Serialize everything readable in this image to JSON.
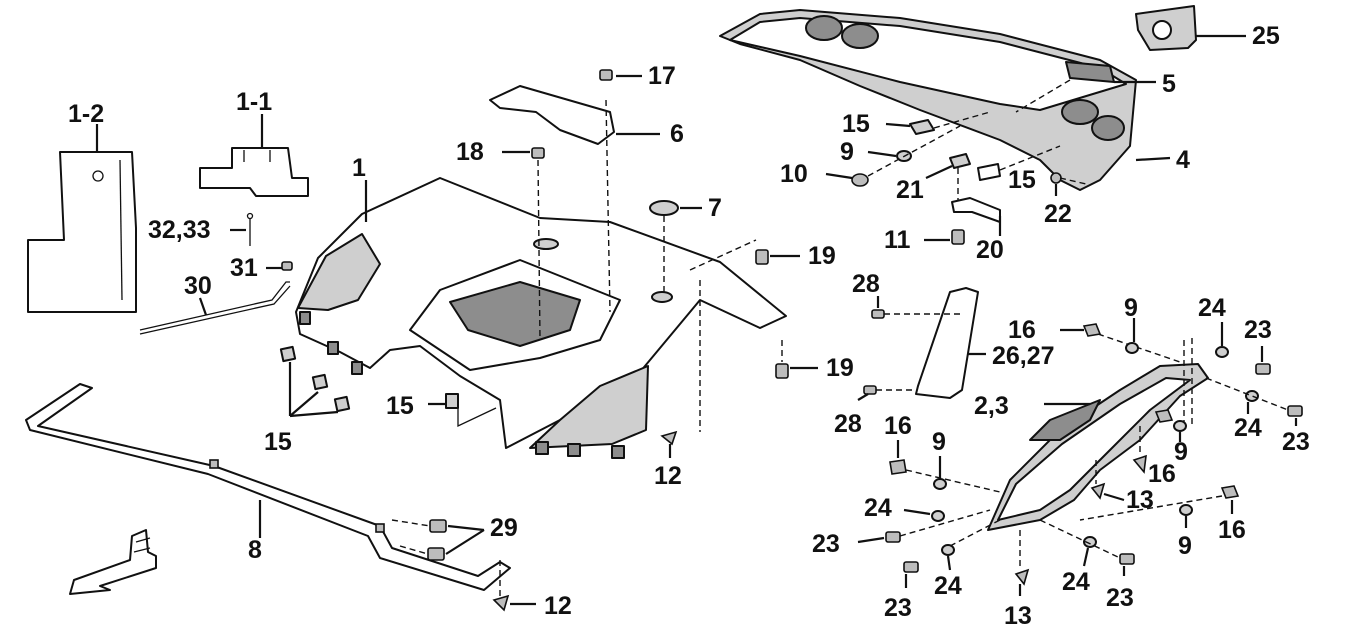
{
  "callouts": {
    "c1_2": "1-2",
    "c1_1": "1-1",
    "c32_33": "32,33",
    "c31": "31",
    "c30": "30",
    "c1": "1",
    "c18": "18",
    "c17": "17",
    "c6": "6",
    "c7": "7",
    "c19a": "19",
    "c19b": "19",
    "c15a": "15",
    "c15b": "15",
    "c12a": "12",
    "c8": "8",
    "c29": "29",
    "c12b": "12",
    "c25": "25",
    "c5": "5",
    "c15c": "15",
    "c9a": "9",
    "c10": "10",
    "c21": "21",
    "c15d": "15",
    "c4": "4",
    "c22": "22",
    "c11": "11",
    "c20": "20",
    "c28a": "28",
    "c26_27": "26,27",
    "c28b": "28",
    "c9b": "9",
    "c16a": "16",
    "c24a": "24",
    "c23a": "23",
    "c2_3": "2,3",
    "c24b": "24",
    "c23b": "23",
    "c16b": "16",
    "c9c": "9",
    "c9d": "9",
    "c16c": "16",
    "c13a": "13",
    "c24c": "24",
    "c23c": "23",
    "c16d": "16",
    "c9e": "9",
    "c23d": "23",
    "c24d": "24",
    "c24e": "24",
    "c23e": "23",
    "c13b": "13"
  }
}
